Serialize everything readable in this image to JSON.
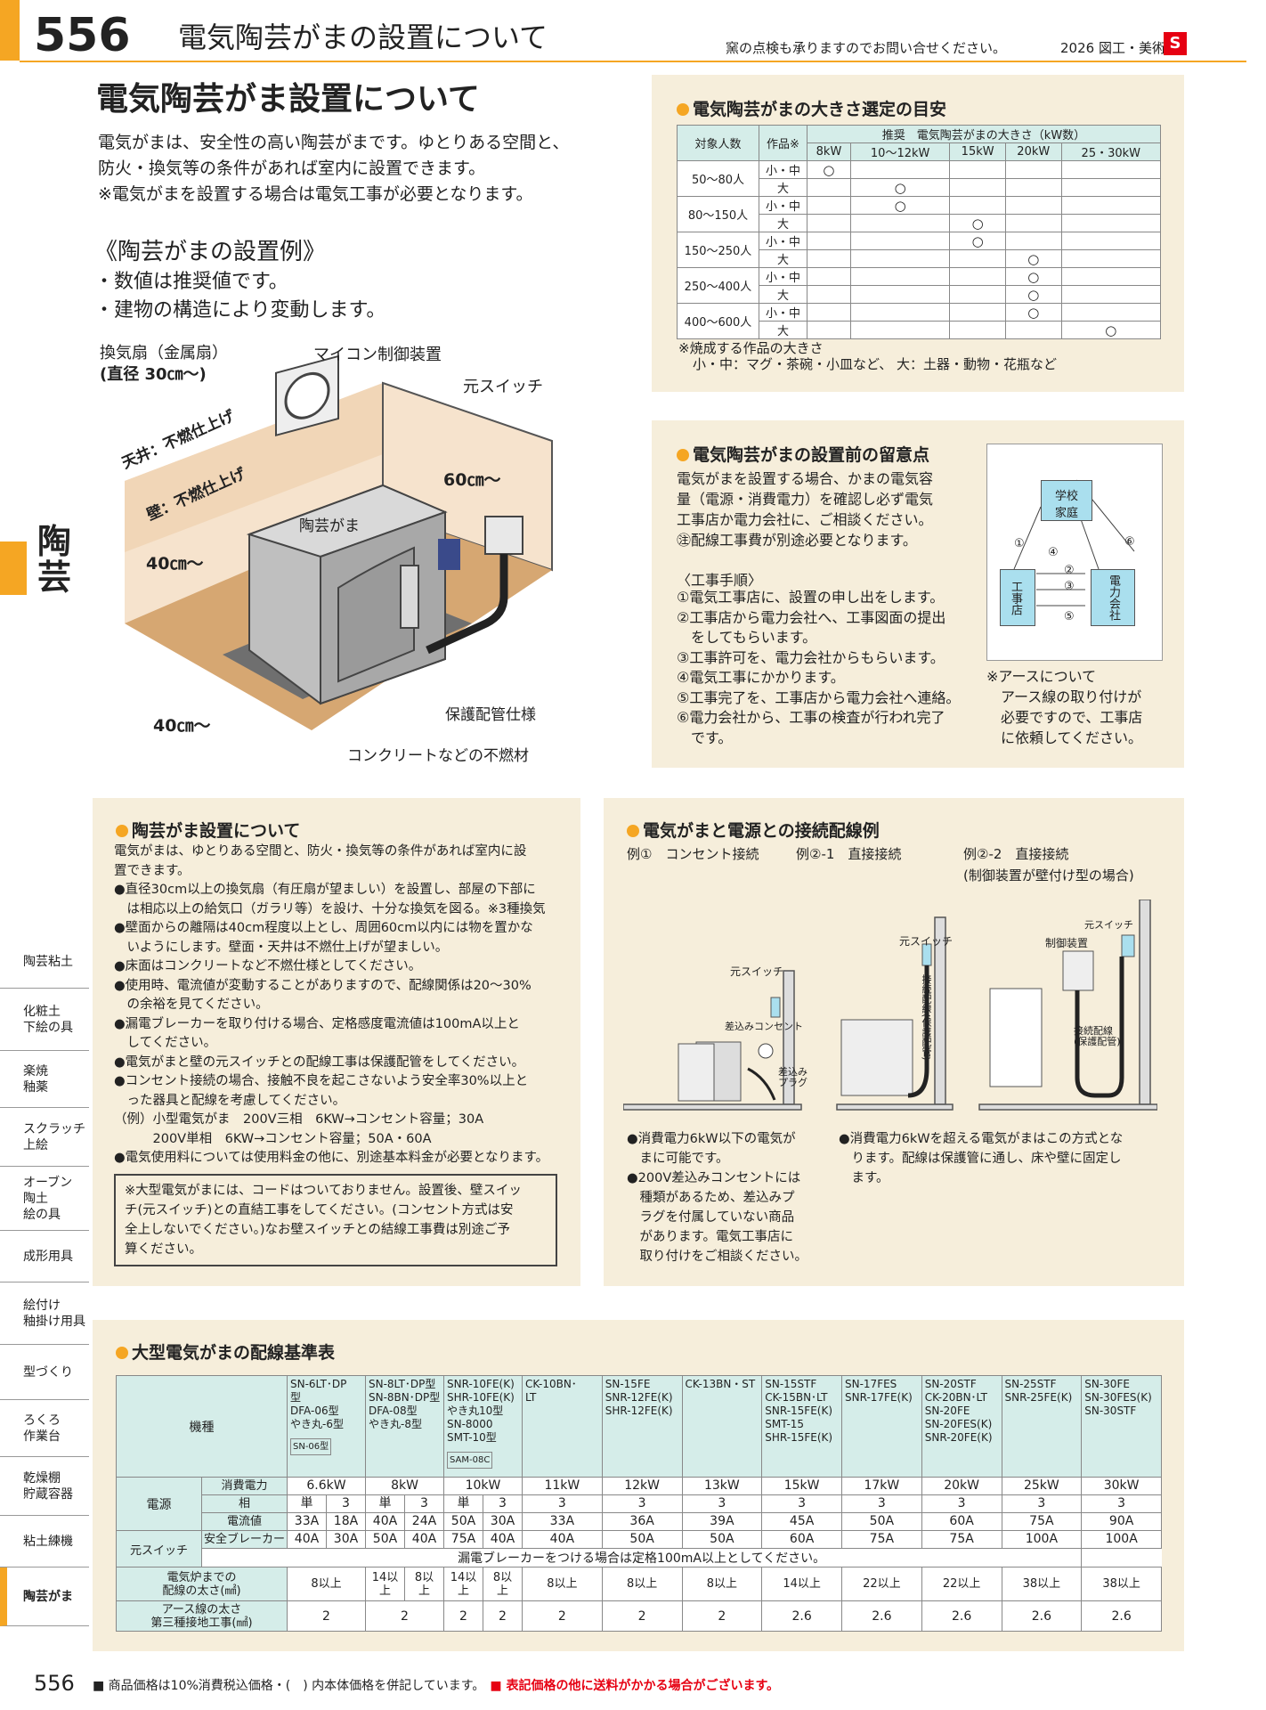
{
  "header": {
    "page_no": "556",
    "title": "電気陶芸がまの設置について",
    "note": "窯の点検も承りますのでお問い合せください。",
    "catalog": "2026 図工・美術"
  },
  "main": {
    "title": "電気陶芸がま設置について",
    "intro": [
      "電気がまは、安全性の高い陶芸がまです。ゆとりある空間と、",
      "防火・換気等の条件があれば室内に設置できます。",
      "※電気がまを設置する場合は電気工事が必要となります。"
    ],
    "example_title": "《陶芸がまの設置例》",
    "example_notes": [
      "・数値は推奨値です。",
      "・建物の構造により変動します。"
    ]
  },
  "illustration": {
    "fan_label1": "換気扇（金属扇）",
    "fan_label2": "(直径 30㎝〜)",
    "micom": "マイコン制御装置",
    "switch": "元スイッチ",
    "ceiling": "天井：不燃仕上げ",
    "wall": "壁：不燃仕上げ",
    "dist60": "60㎝〜",
    "kiln": "陶芸がま",
    "dist40a": "40㎝〜",
    "dist40b": "40㎝〜",
    "pipe": "保護配管仕様",
    "floor": "コンクリートなどの不燃材"
  },
  "size_guide": {
    "title": "電気陶芸がまの大きさ選定の目安",
    "col_people": "対象人数",
    "col_work": "作品※",
    "col_recommend": "推奨　電気陶芸がまの大きさ（kW数）",
    "kw": [
      "8kW",
      "10〜12kW",
      "15kW",
      "20kW",
      "25・30kW"
    ],
    "rows": [
      {
        "people": "50〜80人",
        "sub": [
          {
            "w": "小・中",
            "mark": 0
          },
          {
            "w": "大",
            "mark": 1
          }
        ]
      },
      {
        "people": "80〜150人",
        "sub": [
          {
            "w": "小・中",
            "mark": 1
          },
          {
            "w": "大",
            "mark": 2
          }
        ]
      },
      {
        "people": "150〜250人",
        "sub": [
          {
            "w": "小・中",
            "mark": 2
          },
          {
            "w": "大",
            "mark": 3
          }
        ]
      },
      {
        "people": "250〜400人",
        "sub": [
          {
            "w": "小・中",
            "mark": 3
          },
          {
            "w": "大",
            "mark": 3
          }
        ]
      },
      {
        "people": "400〜600人",
        "sub": [
          {
            "w": "小・中",
            "mark": 3
          },
          {
            "w": "大",
            "mark": 4
          }
        ]
      }
    ],
    "mark": "○",
    "note1": "※焼成する作品の大きさ",
    "note2": "小・中：マグ・茶碗・小皿など、 大：土器・動物・花瓶など"
  },
  "precautions": {
    "title": "電気陶芸がまの設置前の留意点",
    "body": [
      "電気がまを設置する場合、かまの電気容",
      "量（電源・消費電力）を確認し必ず電気",
      "工事店か電力会社に、ご相談ください。",
      "㊟配線工事費が別途必要となります。"
    ],
    "steps_title": "〈工事手順〉",
    "steps": [
      "①電気工事店に、設置の申し出をします。",
      "②工事店から電力会社へ、工事図面の提出",
      "　をしてもらいます。",
      "③工事許可を、電力会社からもらいます。",
      "④電気工事にかかります。",
      "⑤工事完了を、工事店から電力会社へ連絡。",
      "⑥電力会社から、工事の検査が行われ完了",
      "　です。"
    ],
    "diagram": {
      "school": "学校\n家庭",
      "shop": "工事店",
      "power": "電力会社",
      "n1": "①",
      "n2": "②",
      "n3": "③",
      "n4": "④",
      "n5": "⑤",
      "n6": "⑥"
    },
    "earth": [
      "※アースについて",
      "　アース線の取り付けが",
      "　必要ですので、工事店",
      "　に依頼してください。"
    ]
  },
  "install": {
    "title": "陶芸がま設置について",
    "lines": [
      "電気がまは、ゆとりある空間と、防火・換気等の条件があれば室内に設",
      "置できます。",
      "●直径30cm以上の換気扇（有圧扇が望ましい）を設置し、部屋の下部に",
      "　は相応以上の給気口（ガラリ等）を設け、十分な換気を図る。※3種換気",
      "●壁面からの離隔は40cm程度以上とし、周囲60cm以内には物を置かな",
      "　いようにします。壁面・天井は不燃仕上げが望ましい。",
      "●床面はコンクリートなど不燃仕様としてください。",
      "●使用時、電流値が変動することがありますので、配線関係は20〜30%",
      "　の余裕を見てください。",
      "●漏電ブレーカーを取り付ける場合、定格感度電流値は100mA以上と",
      "　してください。",
      "●電気がまと壁の元スイッチとの配線工事は保護配管をしてください。",
      "●コンセント接続の場合、接触不良を起こさないよう安全率30%以上と",
      "　った器具と配線を考慮してください。",
      "（例）小型電気がま　200V三相　6KW→コンセント容量；30A",
      "　　　200V単相　6KW→コンセント容量；50A・60A",
      "●電気使用料については使用料金の他に、別途基本料金が必要となります。"
    ],
    "box": [
      "※大型電気がまには、コードはついておりません。設置後、壁スイッ",
      "チ(元スイッチ)との直結工事をしてください。(コンセント方式は安",
      "全上しないでください。)なお壁スイッチとの結線工事費は別途ご予",
      "算ください。"
    ]
  },
  "wiring": {
    "title": "電気がまと電源との接続配線例",
    "ex1": "例①　コンセント接続",
    "ex2": "例②-1　直接接続",
    "ex3": "例②-2　直接接続",
    "ex3b": "(制御装置が壁付け型の場合)",
    "lbl_sw1": "元スイッチ",
    "lbl_outlet": "差込みコンセント",
    "lbl_plug": "差込み\nプラグ",
    "lbl_sw2": "元スイッチ",
    "lbl_pipe1": "接続配線(保護配管)",
    "lbl_sw3": "元スイッチ",
    "lbl_ctrl": "制御装置",
    "lbl_pipe2": "接続配線\n(保護配管)",
    "note1": [
      "●消費電力6kW以下の電気が",
      "　まに可能です。",
      "●200V差込みコンセントには",
      "　種類があるため、差込みプ",
      "　ラグを付属していない商品",
      "　があります。電気工事店に",
      "　取り付けをご相談ください。"
    ],
    "note2": [
      "●消費電力6kWを超える電気がまはこの方式とな",
      "　ります。配線は保護管に通し、床や壁に固定し",
      "　ます。"
    ]
  },
  "wiring_table": {
    "title": "大型電気がまの配線基準表",
    "h_model": "機種",
    "models": [
      {
        "text": "SN-6LT･DP\n型\nDFA-06型\nやき丸-6型",
        "tag": "SN-06型",
        "span": 2
      },
      {
        "text": "SN-8LT･DP型\nSN-8BN･DP型\nDFA-08型\nやき丸-8型",
        "tag": "",
        "span": 2
      },
      {
        "text": "SNR-10FE(K)\nSHR-10FE(K)\nやき丸10型\nSN-8000\nSMT-10型",
        "tag": "SAM-08C",
        "span": 2
      },
      {
        "text": "CK-10BN･\nLT",
        "tag": "",
        "span": 1
      },
      {
        "text": "SN-15FE\nSNR-12FE(K)\nSHR-12FE(K)",
        "tag": "",
        "span": 1
      },
      {
        "text": "CK-13BN・ST",
        "tag": "",
        "span": 1
      },
      {
        "text": "SN-15STF\nCK-15BN･LT\nSNR-15FE(K)\nSMT-15\nSHR-15FE(K)",
        "tag": "",
        "span": 1
      },
      {
        "text": "SN-17FES\nSNR-17FE(K)",
        "tag": "",
        "span": 1
      },
      {
        "text": "SN-20STF\nCK-20BN･LT\nSN-20FE\nSN-20FES(K)\nSNR-20FE(K)",
        "tag": "",
        "span": 1
      },
      {
        "text": "SN-25STF\nSNR-25FE(K)",
        "tag": "",
        "span": 1
      },
      {
        "text": "SN-30FE\nSN-30FES(K)\nSN-30STF",
        "tag": "",
        "span": 1
      }
    ],
    "g_power": "電源",
    "r_consume": "消費電力",
    "r_phase": "相",
    "r_current": "電流値",
    "g_switch": "元スイッチ",
    "r_breaker": "安全ブレーカー",
    "r_wire": "電気炉までの\n配線の太さ(㎟)",
    "r_earth": "アース線の太さ\n第三種接地工事(㎟)",
    "consume": [
      [
        "6.6kW",
        2
      ],
      [
        "8kW",
        2
      ],
      [
        "10kW",
        2
      ],
      [
        "11kW",
        1
      ],
      [
        "12kW",
        1
      ],
      [
        "13kW",
        1
      ],
      [
        "15kW",
        1
      ],
      [
        "17kW",
        1
      ],
      [
        "20kW",
        1
      ],
      [
        "25kW",
        1
      ],
      [
        "30kW",
        1
      ]
    ],
    "phase": [
      "単",
      "3",
      "単",
      "3",
      "単",
      "3",
      "3",
      "3",
      "3",
      "3",
      "3",
      "3",
      "3",
      "3"
    ],
    "current": [
      "33A",
      "18A",
      "40A",
      "24A",
      "50A",
      "30A",
      "33A",
      "36A",
      "39A",
      "45A",
      "50A",
      "60A",
      "75A",
      "90A"
    ],
    "breaker": [
      "40A",
      "30A",
      "50A",
      "40A",
      "75A",
      "40A",
      "40A",
      "50A",
      "50A",
      "60A",
      "75A",
      "75A",
      "100A",
      "100A"
    ],
    "leak": "漏電ブレーカーをつける場合は定格100mA以上としてください。",
    "wire": [
      [
        "8以上",
        2
      ],
      [
        "14以\n上",
        1
      ],
      [
        "8以\n上",
        1
      ],
      [
        "14以\n上",
        1
      ],
      [
        "8以\n上",
        1
      ],
      [
        "8以上",
        1
      ],
      [
        "8以上",
        1
      ],
      [
        "8以上",
        1
      ],
      [
        "14以上",
        1
      ],
      [
        "22以上",
        1
      ],
      [
        "22以上",
        1
      ],
      [
        "38以上",
        1
      ],
      [
        "38以上",
        1
      ]
    ],
    "earth": [
      [
        "2",
        2
      ],
      [
        "2",
        2
      ],
      [
        "2",
        1
      ],
      [
        "2",
        1
      ],
      [
        "2",
        1
      ],
      [
        "2",
        1
      ],
      [
        "2",
        1
      ],
      [
        "2.6",
        1
      ],
      [
        "2.6",
        1
      ],
      [
        "2.6",
        1
      ],
      [
        "2.6",
        1
      ],
      [
        "2.6",
        1
      ]
    ]
  },
  "sidebar": {
    "category": "陶\n芸",
    "items": [
      "陶芸粘土",
      "化粧土\n下絵の具",
      "楽焼\n釉薬",
      "スクラッチ\n上絵",
      "オーブン\n陶土\n絵の具",
      "成形用具",
      "絵付け\n釉掛け用具",
      "型づくり",
      "ろくろ\n作業台",
      "乾燥棚\n貯蔵容器",
      "粘土練機",
      "陶芸がま"
    ]
  },
  "footer": {
    "page_no": "556",
    "note": "■ 商品価格は10%消費税込価格・(　) 内本体価格を併記しています。",
    "note_red": "■ 表記価格の他に送料がかかる場合がございます。"
  },
  "colors": {
    "accent": "#f5a623",
    "beige": "#f6eedb",
    "teal": "#d5ede9",
    "red": "#e60012"
  }
}
